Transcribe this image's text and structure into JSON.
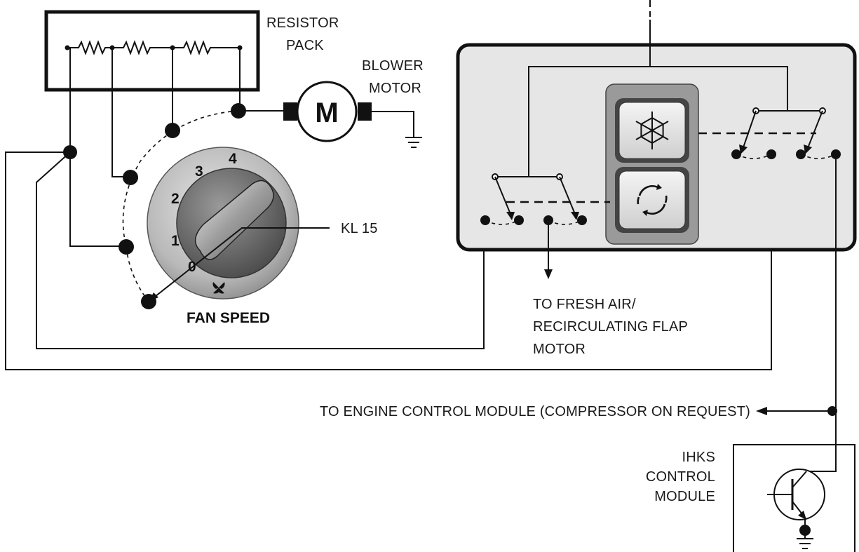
{
  "labels": {
    "resistor_pack": [
      "RESISTOR",
      "PACK"
    ],
    "blower_motor": [
      "BLOWER",
      "MOTOR"
    ],
    "motor_symbol": "M",
    "kl15": "KL 15",
    "fan_speed": "FAN SPEED",
    "fan_positions": [
      "0",
      "1",
      "2",
      "3",
      "4"
    ],
    "fresh_air": [
      "TO FRESH AIR/",
      "RECIRCULATING FLAP",
      "MOTOR"
    ],
    "engine_control": "TO ENGINE CONTROL MODULE (COMPRESSOR ON REQUEST)",
    "ihks": [
      "IHKS",
      "CONTROL",
      "MODULE"
    ]
  },
  "icons": {
    "snowflake_button": "snowflake-icon",
    "recirculate_button": "recirculate-icon",
    "fan_glyph": "fan-icon"
  }
}
